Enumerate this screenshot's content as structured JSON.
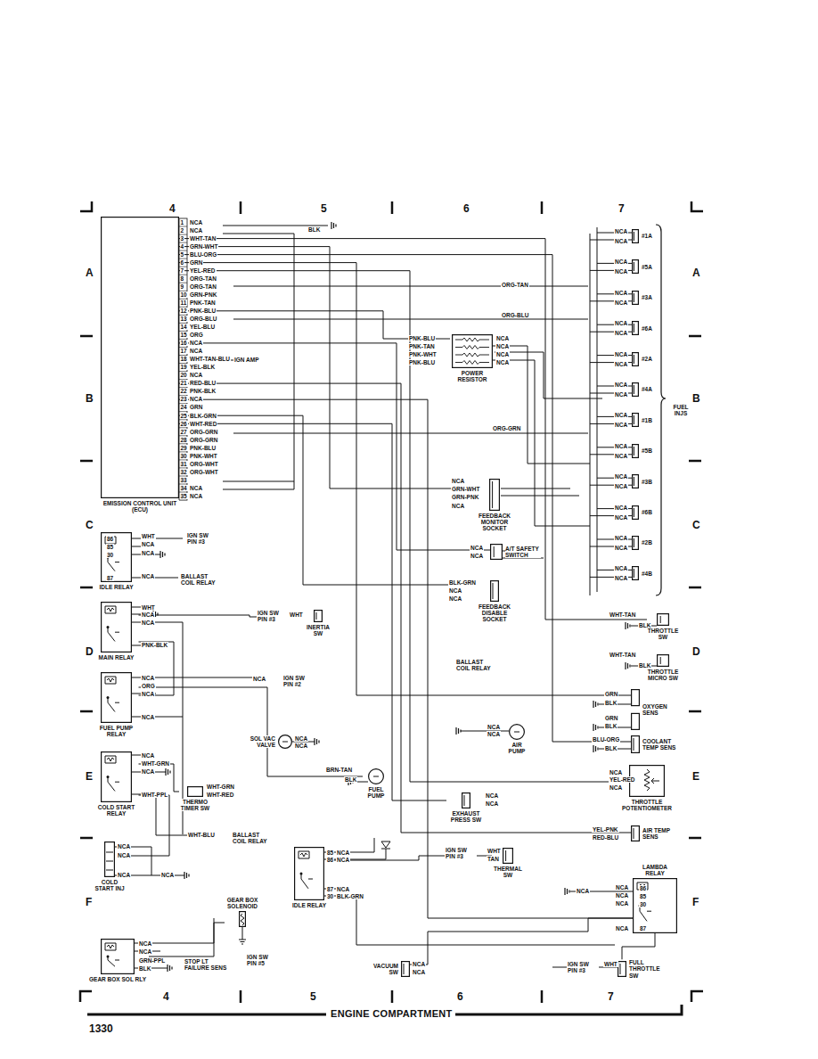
{
  "diagram": {
    "nodes": [
      {
        "text": [
          "EMISSION CONTROL UNIT (ECU)"
        ]
      },
      {
        "text": [
          "IDLE RELAY"
        ]
      },
      {
        "text": [
          "MAIN RELAY"
        ]
      },
      {
        "text": [
          "FUEL PUMP RELAY"
        ]
      },
      {
        "text": [
          "COLD START RELAY"
        ]
      },
      {
        "text": [
          "THERMO TIMER SW"
        ]
      },
      {
        "text": [
          "COLD START INJ"
        ]
      },
      {
        "text": [
          "GEAR BOX SOL RLY"
        ]
      },
      {
        "text": [
          "GEAR BOX SOLENOID"
        ]
      },
      {
        "text": [
          "POWER RESISTOR"
        ]
      },
      {
        "text": [
          "FEEDBACK MONITOR SOCKET"
        ]
      },
      {
        "text": [
          "A/T SAFETY SWITCH"
        ]
      },
      {
        "text": [
          "FEEDBACK DISABLE SOCKET"
        ]
      },
      {
        "text": [
          "INERTIA SW"
        ]
      },
      {
        "text": [
          "SOL VAC VALVE"
        ]
      },
      {
        "text": [
          "AIR PUMP"
        ]
      },
      {
        "text": [
          "FUEL PUMP"
        ]
      },
      {
        "text": [
          "EXHAUST PRESS SW"
        ]
      },
      {
        "text": [
          "IDLE RELAY"
        ]
      },
      {
        "text": [
          "THERMAL SW"
        ]
      },
      {
        "text": [
          "VACUUM SW"
        ]
      },
      {
        "text": [
          "FUEL INJS"
        ]
      },
      {
        "text": [
          "#1A"
        ],
        "in": 21
      },
      {
        "text": [
          "#5A"
        ],
        "in": 21
      },
      {
        "text": [
          "#3A"
        ],
        "in": 21
      },
      {
        "text": [
          "#6A"
        ],
        "in": 21
      },
      {
        "text": [
          "#2A"
        ],
        "in": 21
      },
      {
        "text": [
          "#4A"
        ],
        "in": 21
      },
      {
        "text": [
          "#1B"
        ],
        "in": 21
      },
      {
        "text": [
          "#5B"
        ],
        "in": 21
      },
      {
        "text": [
          "#3B"
        ],
        "in": 21
      },
      {
        "text": [
          "#6B"
        ],
        "in": 21
      },
      {
        "text": [
          "#2B"
        ],
        "in": 21
      },
      {
        "text": [
          "#4B"
        ],
        "in": 21
      },
      {
        "text": [
          "THROTTLE SW"
        ]
      },
      {
        "text": [
          "THROTTLE MICRO SW"
        ]
      },
      {
        "text": [
          "OXYGEN SENS"
        ]
      },
      {
        "text": [
          "COOLANT TEMP SENS"
        ]
      },
      {
        "text": [
          "THROTTLE POTENTIOMETER"
        ]
      },
      {
        "text": [
          "AIR TEMP SENS"
        ]
      },
      {
        "text": [
          "LAMBDA RELAY"
        ]
      },
      {
        "text": [
          "FULL THROTTLE SW"
        ]
      }
    ],
    "edges": [
      {
        "from": 0,
        "to": 9,
        "arrow": "none"
      },
      {
        "from": 0,
        "to": 10,
        "arrow": "none"
      },
      {
        "from": 0,
        "to": 11,
        "arrow": "none"
      },
      {
        "from": 0,
        "to": 12,
        "arrow": "none"
      },
      {
        "from": 9,
        "to": 21,
        "arrow": "none"
      },
      {
        "from": 0,
        "to": 36,
        "arrow": "none"
      },
      {
        "from": 0,
        "to": 37,
        "arrow": "none"
      },
      {
        "from": 0,
        "to": 38,
        "arrow": "none"
      },
      {
        "from": 0,
        "to": 39,
        "arrow": "none"
      },
      {
        "from": 0,
        "to": 34,
        "arrow": "none"
      },
      {
        "from": 0,
        "to": 17,
        "arrow": "none"
      },
      {
        "from": 2,
        "to": 3,
        "arrow": "none"
      },
      {
        "from": 2,
        "to": 13,
        "arrow": "none"
      },
      {
        "from": 3,
        "to": 16,
        "arrow": "none"
      },
      {
        "from": 4,
        "to": 5,
        "arrow": "none"
      },
      {
        "from": 4,
        "to": 6,
        "arrow": "none"
      },
      {
        "from": 18,
        "to": 19,
        "arrow": "none"
      },
      {
        "from": 40,
        "to": 41,
        "arrow": "none"
      },
      {
        "from": 7,
        "to": 8,
        "arrow": "none"
      },
      {
        "from": 0,
        "to": 40,
        "arrow": "none"
      }
    ],
    "labels": [
      "4",
      "5",
      "6",
      "7",
      "4",
      "5",
      "6",
      "7",
      "A",
      "B",
      "C",
      "D",
      "E",
      "F",
      "A",
      "B",
      "C",
      "D",
      "E",
      "F",
      "ENGINE COMPARTMENT",
      "1330",
      "1",
      "2",
      "3",
      "4",
      "5",
      "6",
      "7",
      "8",
      "9",
      "10",
      "11",
      "12",
      "13",
      "14",
      "15",
      "16",
      "17",
      "18",
      "19",
      "20",
      "21",
      "22",
      "23",
      "24",
      "25",
      "26",
      "27",
      "28",
      "29",
      "30",
      "31",
      "32",
      "33",
      "34",
      "35",
      "NCA",
      "NCA",
      "WHT-TAN",
      "GRN-WHT",
      "BLU-ORG",
      "GRN",
      "YEL-RED",
      "ORG-TAN",
      "ORG-TAN",
      "GRN-PNK",
      "PNK-TAN",
      "PNK-BLU",
      "ORG-BLU",
      "YEL-BLU",
      "ORG",
      "NCA",
      "NCA",
      "WHT-TAN-BLU",
      "YEL-BLK",
      "NCA",
      "RED-BLU",
      "PNK-BLK",
      "NCA",
      "GRN",
      "BLK-GRN",
      "WHT-RED",
      "ORG-GRN",
      "ORG-GRN",
      "PNK-BLU",
      "PNK-WHT",
      "ORG-WHT",
      "ORG-WHT",
      "NCA",
      "NCA",
      "NCA",
      "NCA",
      "NCA",
      "NCA",
      "NCA",
      "NCA",
      "NCA",
      "NCA",
      "NCA",
      "NCA",
      "NCA",
      "NCA",
      "NCA",
      "NCA",
      "NCA",
      "NCA",
      "NCA",
      "NCA",
      "NCA",
      "NCA",
      "NCA",
      "NCA",
      "NCA",
      "NCA",
      "BLK",
      "IGN AMP",
      "ORG-TAN",
      "ORG-BLU",
      "ORG-GRN",
      "PNK-BLU",
      "PNK-TAN",
      "PNK-WHT",
      "PNK-BLU",
      "NCA",
      "NCA",
      "NCA",
      "NCA",
      "NCA",
      "GRN-WHT",
      "GRN-PNK",
      "NCA",
      "NCA",
      "NCA",
      "BLK-GRN",
      "NCA",
      "NCA",
      "86",
      "85",
      "30",
      "87",
      "WHT",
      "NCA",
      "NCA",
      "NCA",
      "IGN SW PIN #3",
      "BALLAST COIL RELAY",
      "WHT",
      "NCA",
      "NCA",
      "PNK-BLK",
      "IGN SW PIN #3",
      "WHT",
      "BALLAST COIL RELAY",
      "NCA",
      "ORG",
      "NCA",
      "NCA",
      "NCA",
      "IGN SW PIN #2",
      "NCA",
      "NCA",
      "NCA",
      "NCA",
      "NCA",
      "WHT-GRN",
      "NCA",
      "WHT-PPL",
      "WHT-GRN",
      "WHT-RED",
      "BRN-TAN",
      "BLK",
      "WHT-BLU",
      "BALLAST COIL RELAY",
      "NCA",
      "NCA",
      "NCA",
      "NCA",
      "NCA",
      "NCA",
      "85",
      "86",
      "87",
      "30",
      "NCA",
      "NCA",
      "NCA",
      "BLK-GRN",
      "IGN SW PIN #3",
      "WHT",
      "TAN",
      "NCA",
      "NCA",
      "GRN-PPL",
      "BLK",
      "STOP LT FAILURE SENS",
      "IGN SW PIN #5",
      "NCA",
      "NCA",
      "IGN SW PIN #3",
      "WHT",
      "WHT-TAN",
      "BLK",
      "WHT-TAN",
      "BLK",
      "GRN",
      "BLK",
      "GRN",
      "BLK",
      "BLU-ORG",
      "BLK",
      "NCA",
      "YEL-RED",
      "NCA",
      "YEL-PNK",
      "RED-BLU",
      "86",
      "85",
      "30",
      "87",
      "NCA",
      "NCA",
      "NCA",
      "NCA",
      "NCA"
    ]
  }
}
